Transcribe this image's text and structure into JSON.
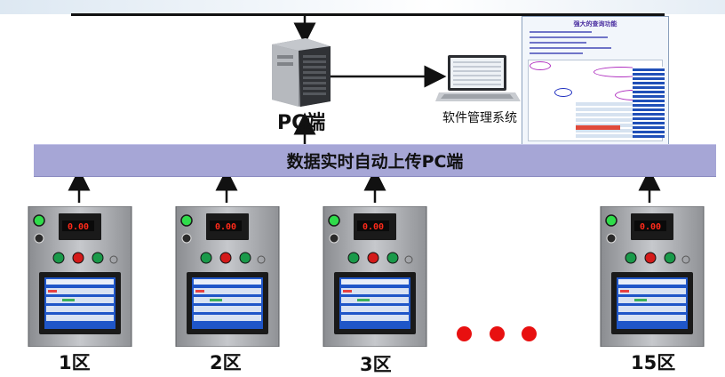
{
  "pc": {
    "label": "PC端"
  },
  "software": {
    "label": "软件管理系统",
    "screenshot_title": "强大的查询功能"
  },
  "upload_bar": {
    "label": "数据实时自动上传PC端"
  },
  "controller_display": "0.00",
  "zones": [
    {
      "label": "1区"
    },
    {
      "label": "2区"
    },
    {
      "label": "3区"
    },
    {
      "label": "15区"
    }
  ],
  "colors": {
    "bar": "#a6a6d6",
    "dots": "#e81010",
    "display_digits": "#ff2a1a",
    "screen": "#1f56c8"
  }
}
